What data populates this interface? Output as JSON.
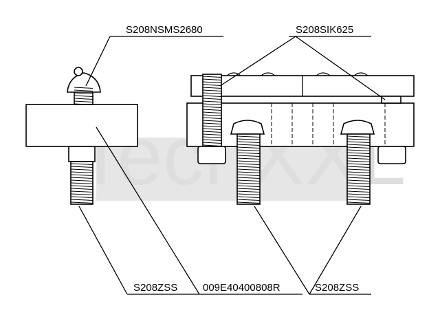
{
  "watermark": "TechXXL",
  "labels": {
    "top_left": "S208NSMS2680",
    "top_right": "S208SIK625",
    "bottom_left": "S208ZSS",
    "bottom_middle": "009E40400808R",
    "bottom_right": "S208ZSS"
  }
}
